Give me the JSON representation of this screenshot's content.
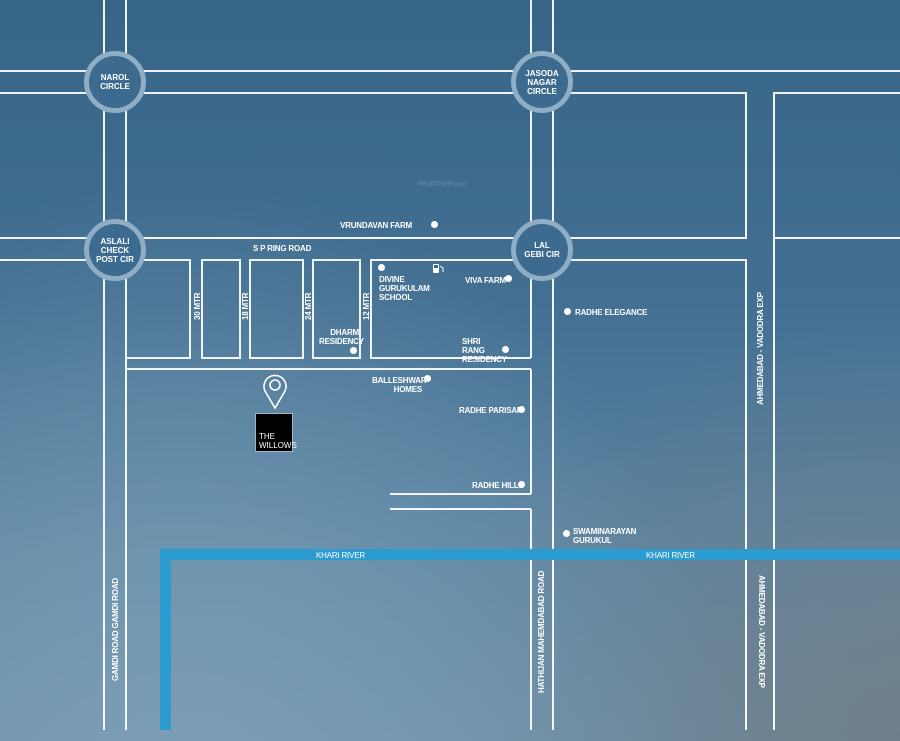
{
  "watermark": "PROPTIGER.com",
  "colors": {
    "road": "#ffffff",
    "river": "#2b9bd0",
    "circle_fill": "#3d6b8f",
    "circle_ring": "#8fadc4"
  },
  "circles": {
    "narol": "NAROL CIRCLE",
    "jasoda": "JASODA NAGAR CIRCLE",
    "aslali": "ASLALI CHECK POST CIR",
    "lal_gebi": "LAL GEBI CIR"
  },
  "roads": {
    "sp_ring": "S P RING ROAD",
    "r30": "30 MTR",
    "r18": "18 MTR",
    "r24": "24 MTR",
    "r12": "12 MTR",
    "gamdi": "GAMDI ROAD GAMDI ROAD",
    "hathijan": "HATHIJAN MAHEMDABAD ROAD",
    "exp_top": "AHMEDABAD - VADODRA EXP",
    "exp_bottom": "AHMEDABAD - VADODRA EXP",
    "river_left": "KHARI RIVER",
    "river_right": "KHARI RIVER"
  },
  "places": {
    "vrundavan": "VRUNDAVAN FARM",
    "divine": "DIVINE GURUKULAM SCHOOL",
    "viva": "VIVA FARM",
    "dharm": "DHARM RESIDENCY",
    "shri_rang": "SHRI RANG RESIDENCY",
    "radhe_elegance": "RADHE ELEGANCE",
    "balleshwar": "BALLESHWAR HOMES",
    "radhe_parisar": "RADHE PARISAR",
    "radhe_hills": "RADHE HILLS",
    "swaminarayan": "SWAMINARAYAN GURUKUL"
  },
  "project": {
    "name": "THE WILLOWS",
    "icon": "location-pin-icon"
  },
  "fuel_icon": "fuel-station-icon"
}
